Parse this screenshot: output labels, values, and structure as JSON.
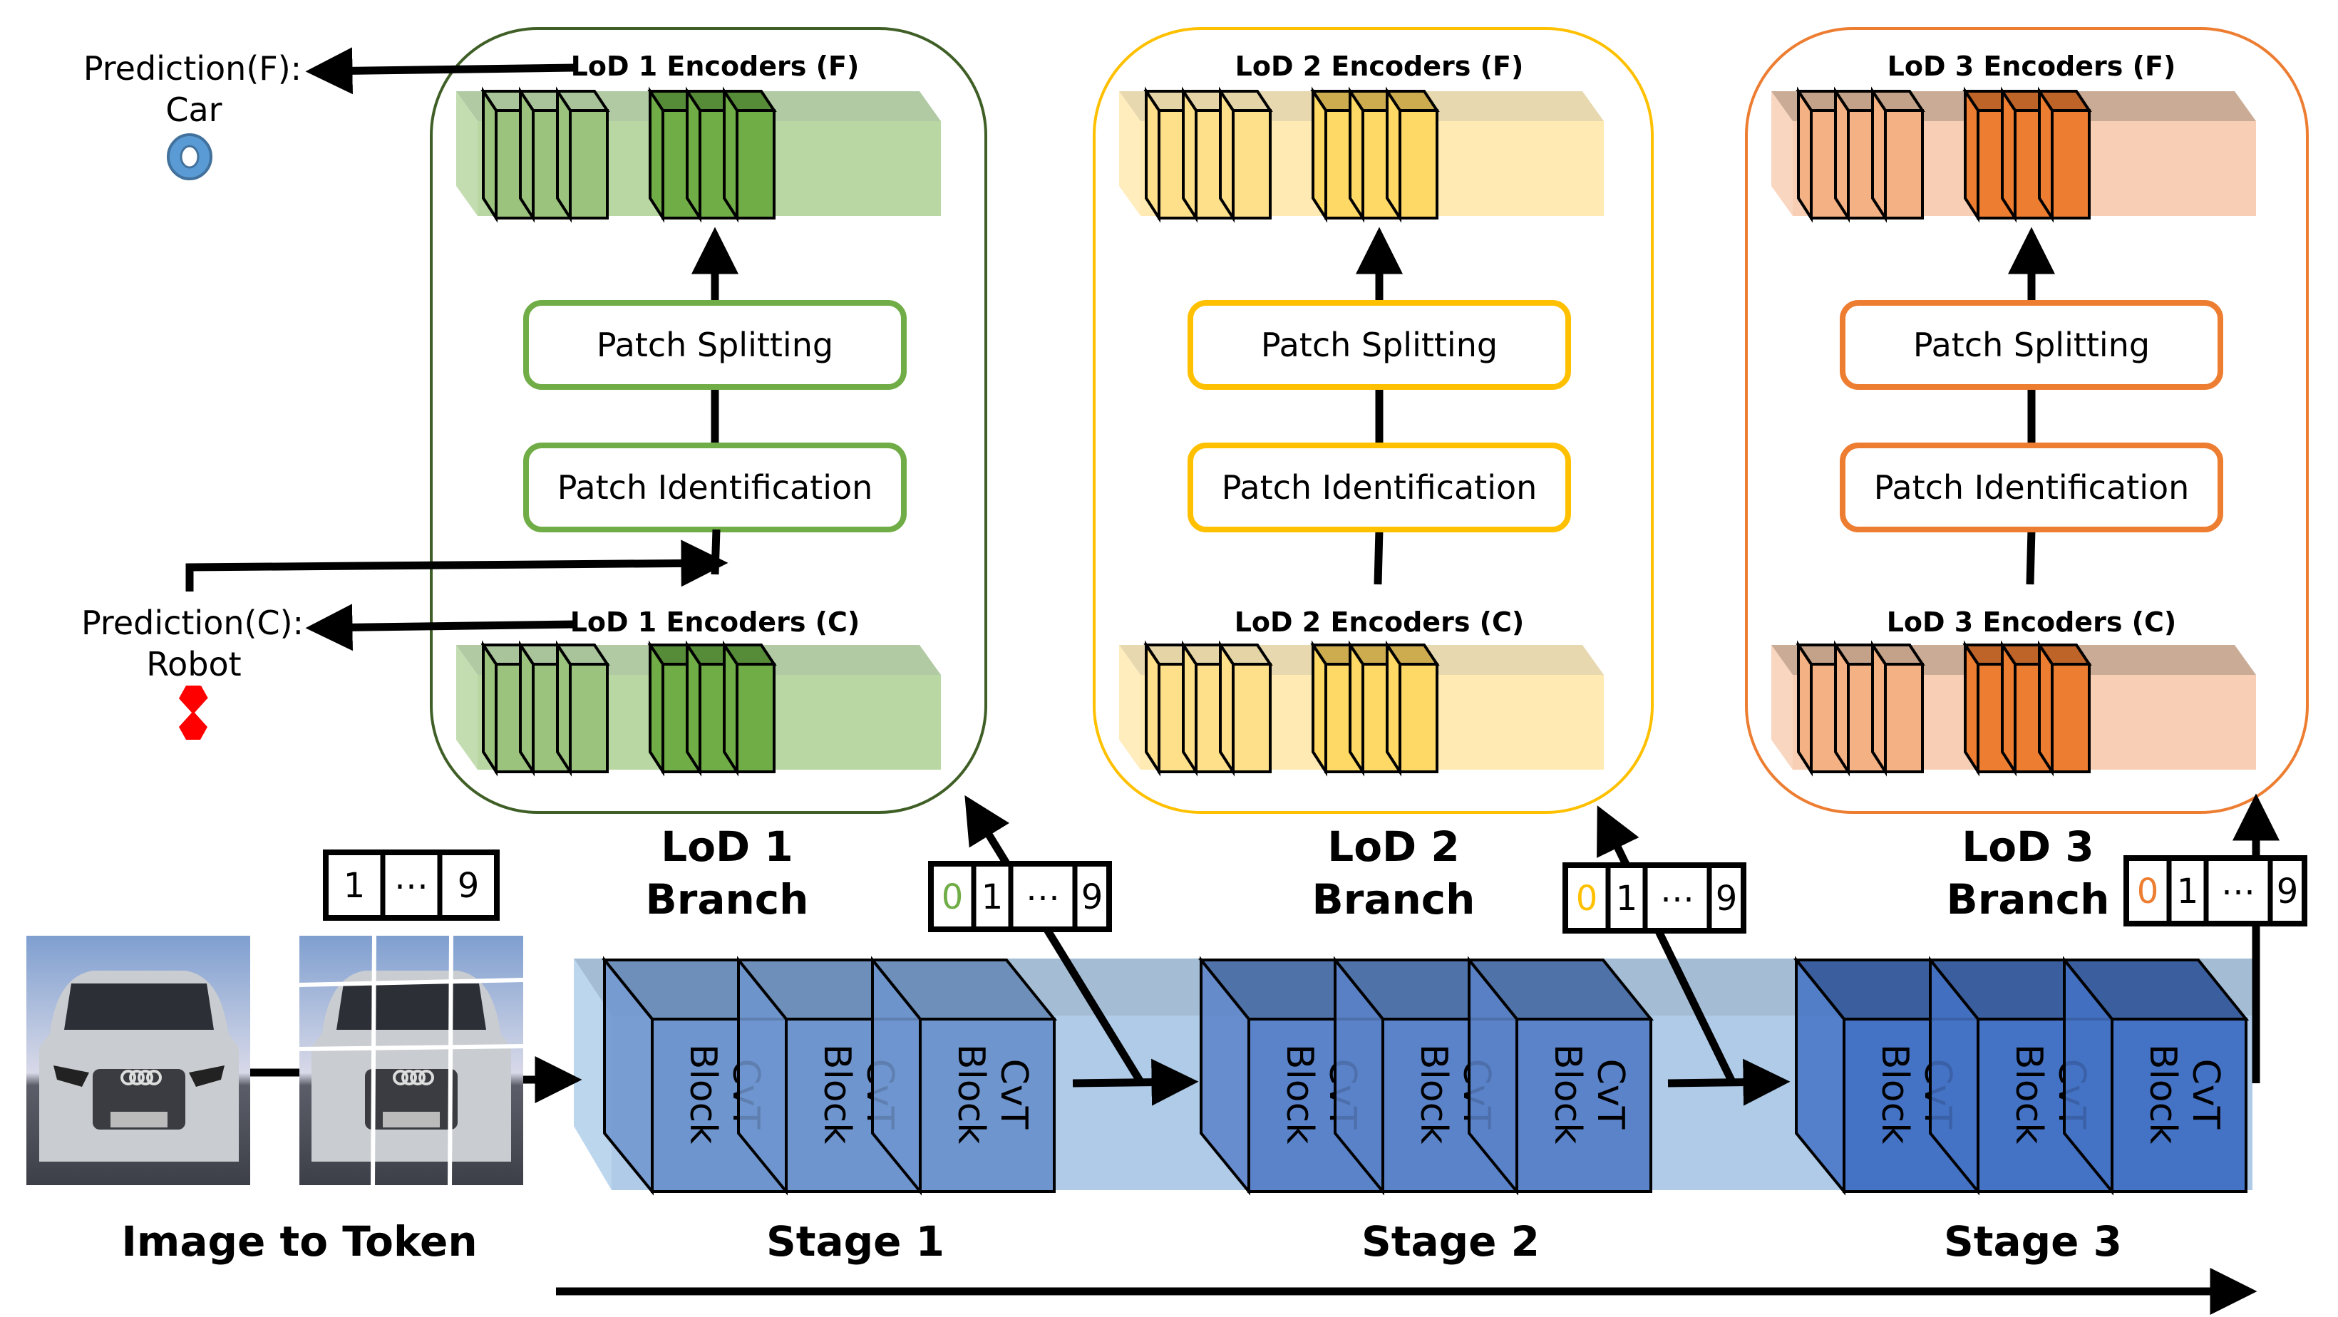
{
  "predictions": {
    "fine": {
      "label": "Prediction(F):",
      "value": "Car",
      "result_icon": "correct-ring-icon",
      "color": "#5b9bd5"
    },
    "coarse": {
      "label": "Prediction(C):",
      "value": "Robot",
      "result_icon": "wrong-cross-icon",
      "color": "#ff0000"
    }
  },
  "branches": [
    {
      "id": "lod1",
      "title_line1": "LoD 1",
      "title_line2": "Branch",
      "encoders_fine": "LoD 1 Encoders (F)",
      "encoders_coarse": "LoD 1 Encoders (C)",
      "patch_splitting": "Patch Splitting",
      "patch_identification": "Patch Identification",
      "border_color": "#3f5f26",
      "accent_color": "#70ad47",
      "strip_front": "#b8d7a3",
      "strip_top": "#a9c49a",
      "cube_light": "#9bc37d",
      "cube_dark": "#70ad47",
      "cube_dark_top": "#568b38",
      "token_cells": [
        "0",
        "1",
        "⋯",
        "9"
      ]
    },
    {
      "id": "lod2",
      "title_line1": "LoD 2",
      "title_line2": "Branch",
      "encoders_fine": "LoD 2 Encoders (F)",
      "encoders_coarse": "LoD 2 Encoders (C)",
      "patch_splitting": "Patch Splitting",
      "patch_identification": "Patch Identification",
      "border_color": "#ffc000",
      "accent_color": "#ffc000",
      "strip_front": "#ffeab3",
      "strip_top": "#e4d4a6",
      "cube_light": "#ffe08a",
      "cube_dark": "#ffd966",
      "cube_dark_top": "#cdac50",
      "token_cells": [
        "0",
        "1",
        "⋯",
        "9"
      ]
    },
    {
      "id": "lod3",
      "title_line1": "LoD 3",
      "title_line2": "Branch",
      "encoders_fine": "LoD 3 Encoders (F)",
      "encoders_coarse": "LoD 3 Encoders (C)",
      "patch_splitting": "Patch Splitting",
      "patch_identification": "Patch Identification",
      "border_color": "#ed7d31",
      "accent_color": "#ed7d31",
      "strip_front": "#f8cfb5",
      "strip_top": "#c4a28a",
      "cube_light": "#f4b183",
      "cube_dark": "#ed7d31",
      "cube_dark_top": "#bf6428",
      "token_cells": [
        "0",
        "1",
        "⋯",
        "9"
      ]
    }
  ],
  "input": {
    "label": "Image to Token",
    "token_cells": [
      "1",
      "⋯",
      "9"
    ],
    "image_icon": "car-photo",
    "patched_image_icon": "car-photo-3x3-patches"
  },
  "stages": [
    {
      "label": "Stage 1",
      "blocks": [
        "CvT Block",
        "CvT Block",
        "CvT Block"
      ],
      "color": "#6f95cf"
    },
    {
      "label": "Stage 2",
      "blocks": [
        "CvT Block",
        "CvT Block",
        "CvT Block"
      ],
      "color": "#5a83c9"
    },
    {
      "label": "Stage 3",
      "blocks": [
        "CvT Block",
        "CvT Block",
        "CvT Block"
      ],
      "color": "#4472c4"
    }
  ],
  "colors": {
    "backbone_front": "#afcbe8",
    "backbone_top": "#a4bdd4"
  }
}
